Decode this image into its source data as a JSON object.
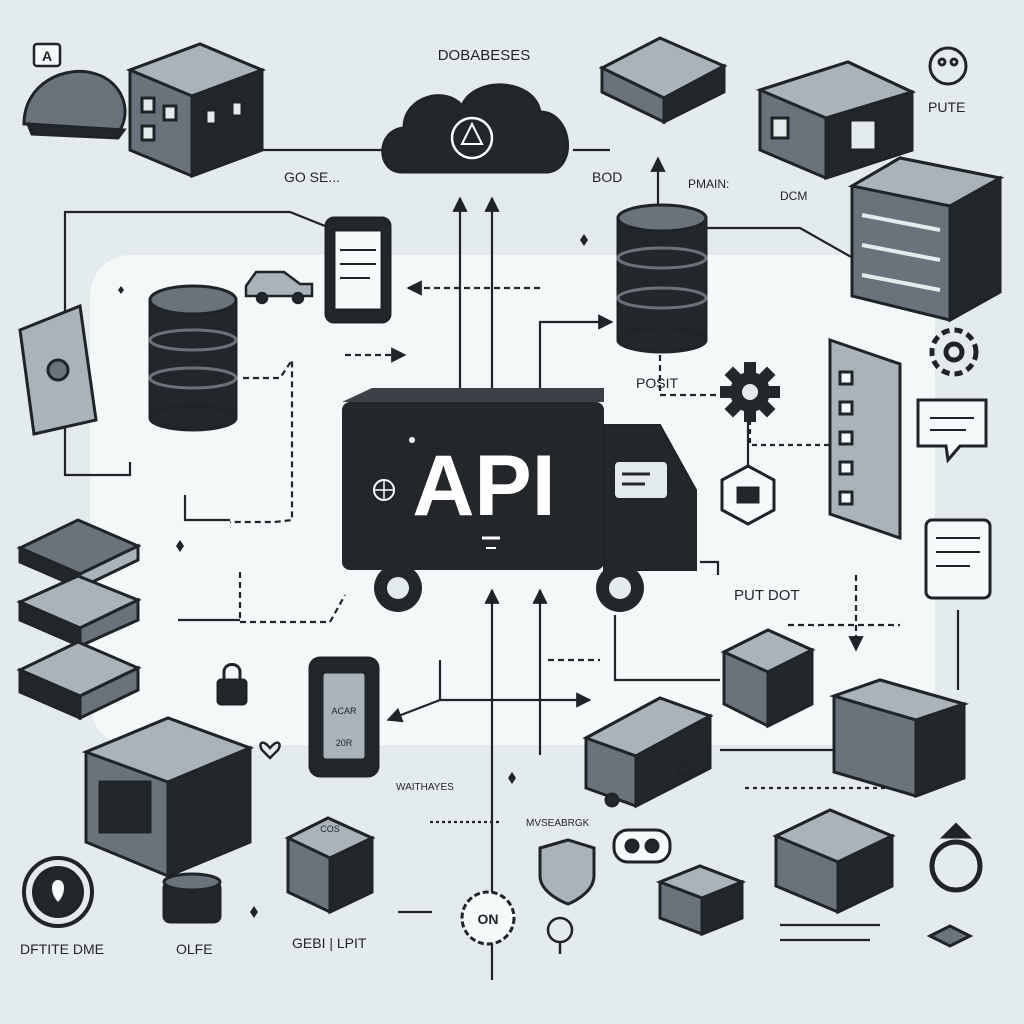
{
  "center": {
    "label": "API"
  },
  "labels": {
    "databases": "DOBABESES",
    "go_se": "GO SE...",
    "bod": "BOD",
    "pmain": "PMAIN:",
    "dcm": "DCM",
    "pute": "PUTE",
    "posit": "POSIT",
    "put_dot": "PUT DOT",
    "waithayes": "WAITHAYES",
    "mvseabrgk": "MVSEABRGK",
    "dftite_dme": "DFTITE DME",
    "olfe": "OLFE",
    "gebi_lpit": "GEBI | LPIT",
    "acar": "ACAR",
    "two_or": "20R",
    "cos": "COS",
    "on": "ON",
    "a_tag": "A"
  },
  "colors": {
    "background": "#e3ebed",
    "ink": "#1f2428",
    "truck_body": "#23272b",
    "icon_mid": "#6a737b",
    "icon_light": "#aab3ba",
    "glow": "#f6fafa"
  }
}
